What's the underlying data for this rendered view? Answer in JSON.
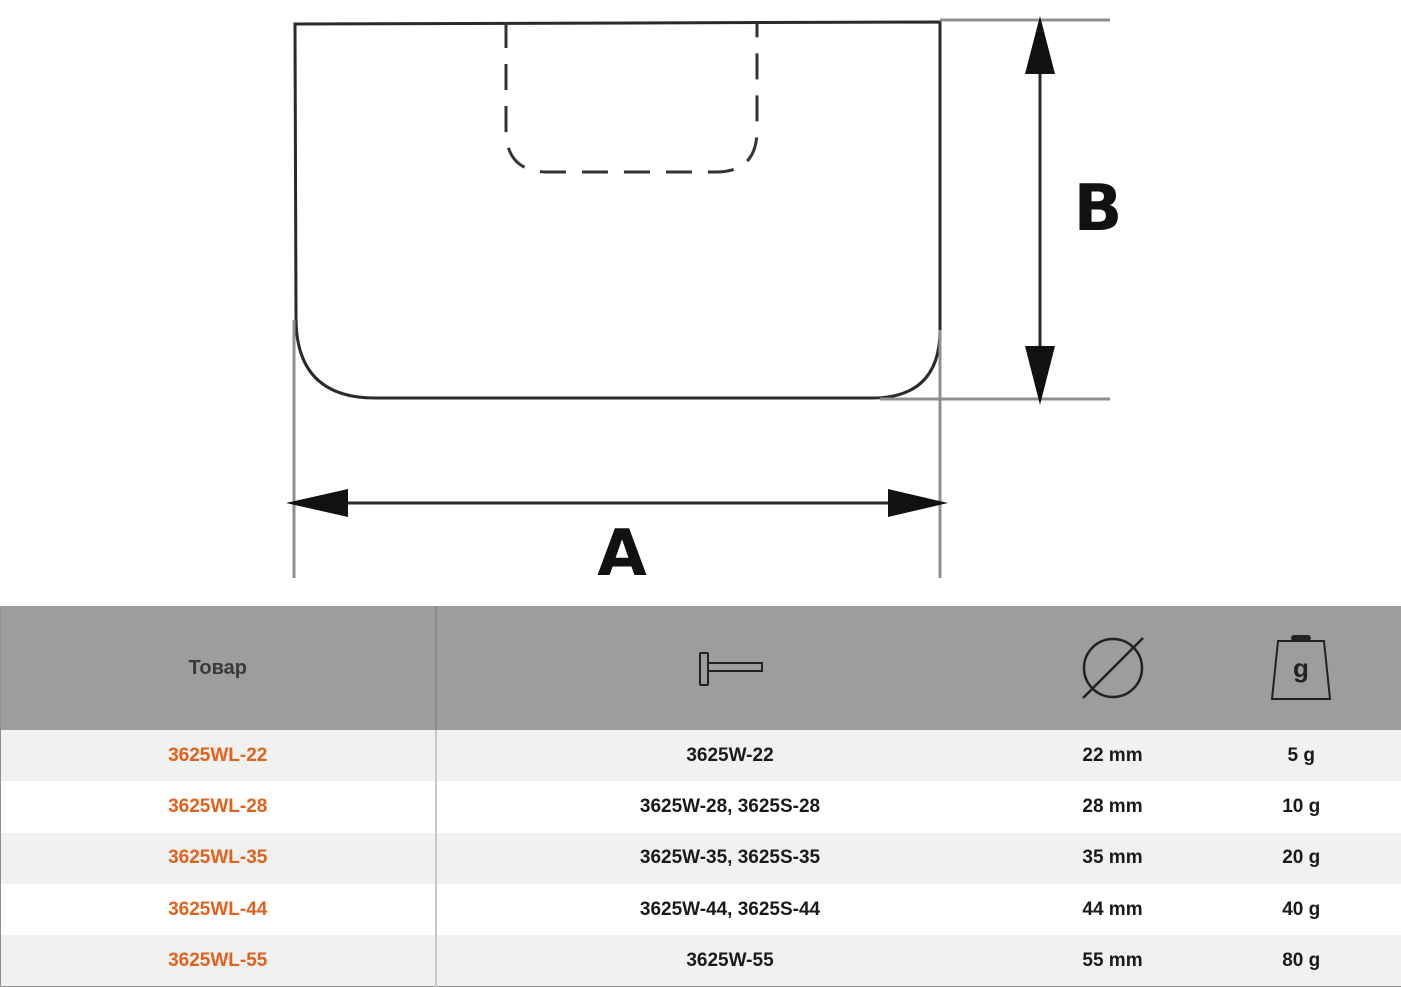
{
  "drawing": {
    "dimension_a": "A",
    "dimension_b": "B"
  },
  "table": {
    "header": {
      "product": "Товар",
      "tool_icon": "hammer-icon",
      "diameter_icon": "diameter-icon",
      "weight_icon": "weight-icon",
      "weight_icon_letter": "g"
    },
    "rows": [
      {
        "code": "3625WL-22",
        "fits": "3625W-22",
        "diameter": "22 mm",
        "weight": "5 g"
      },
      {
        "code": "3625WL-28",
        "fits": "3625W-28, 3625S-28",
        "diameter": "28 mm",
        "weight": "10 g"
      },
      {
        "code": "3625WL-35",
        "fits": "3625W-35, 3625S-35",
        "diameter": "35 mm",
        "weight": "20 g"
      },
      {
        "code": "3625WL-44",
        "fits": "3625W-44, 3625S-44",
        "diameter": "44 mm",
        "weight": "40 g"
      },
      {
        "code": "3625WL-55",
        "fits": "3625W-55",
        "diameter": "55 mm",
        "weight": "80 g"
      }
    ],
    "colors": {
      "code_text": "#e2611c",
      "header_bg": "#9d9d9d",
      "odd_row_bg": "#f1f1f1"
    }
  }
}
